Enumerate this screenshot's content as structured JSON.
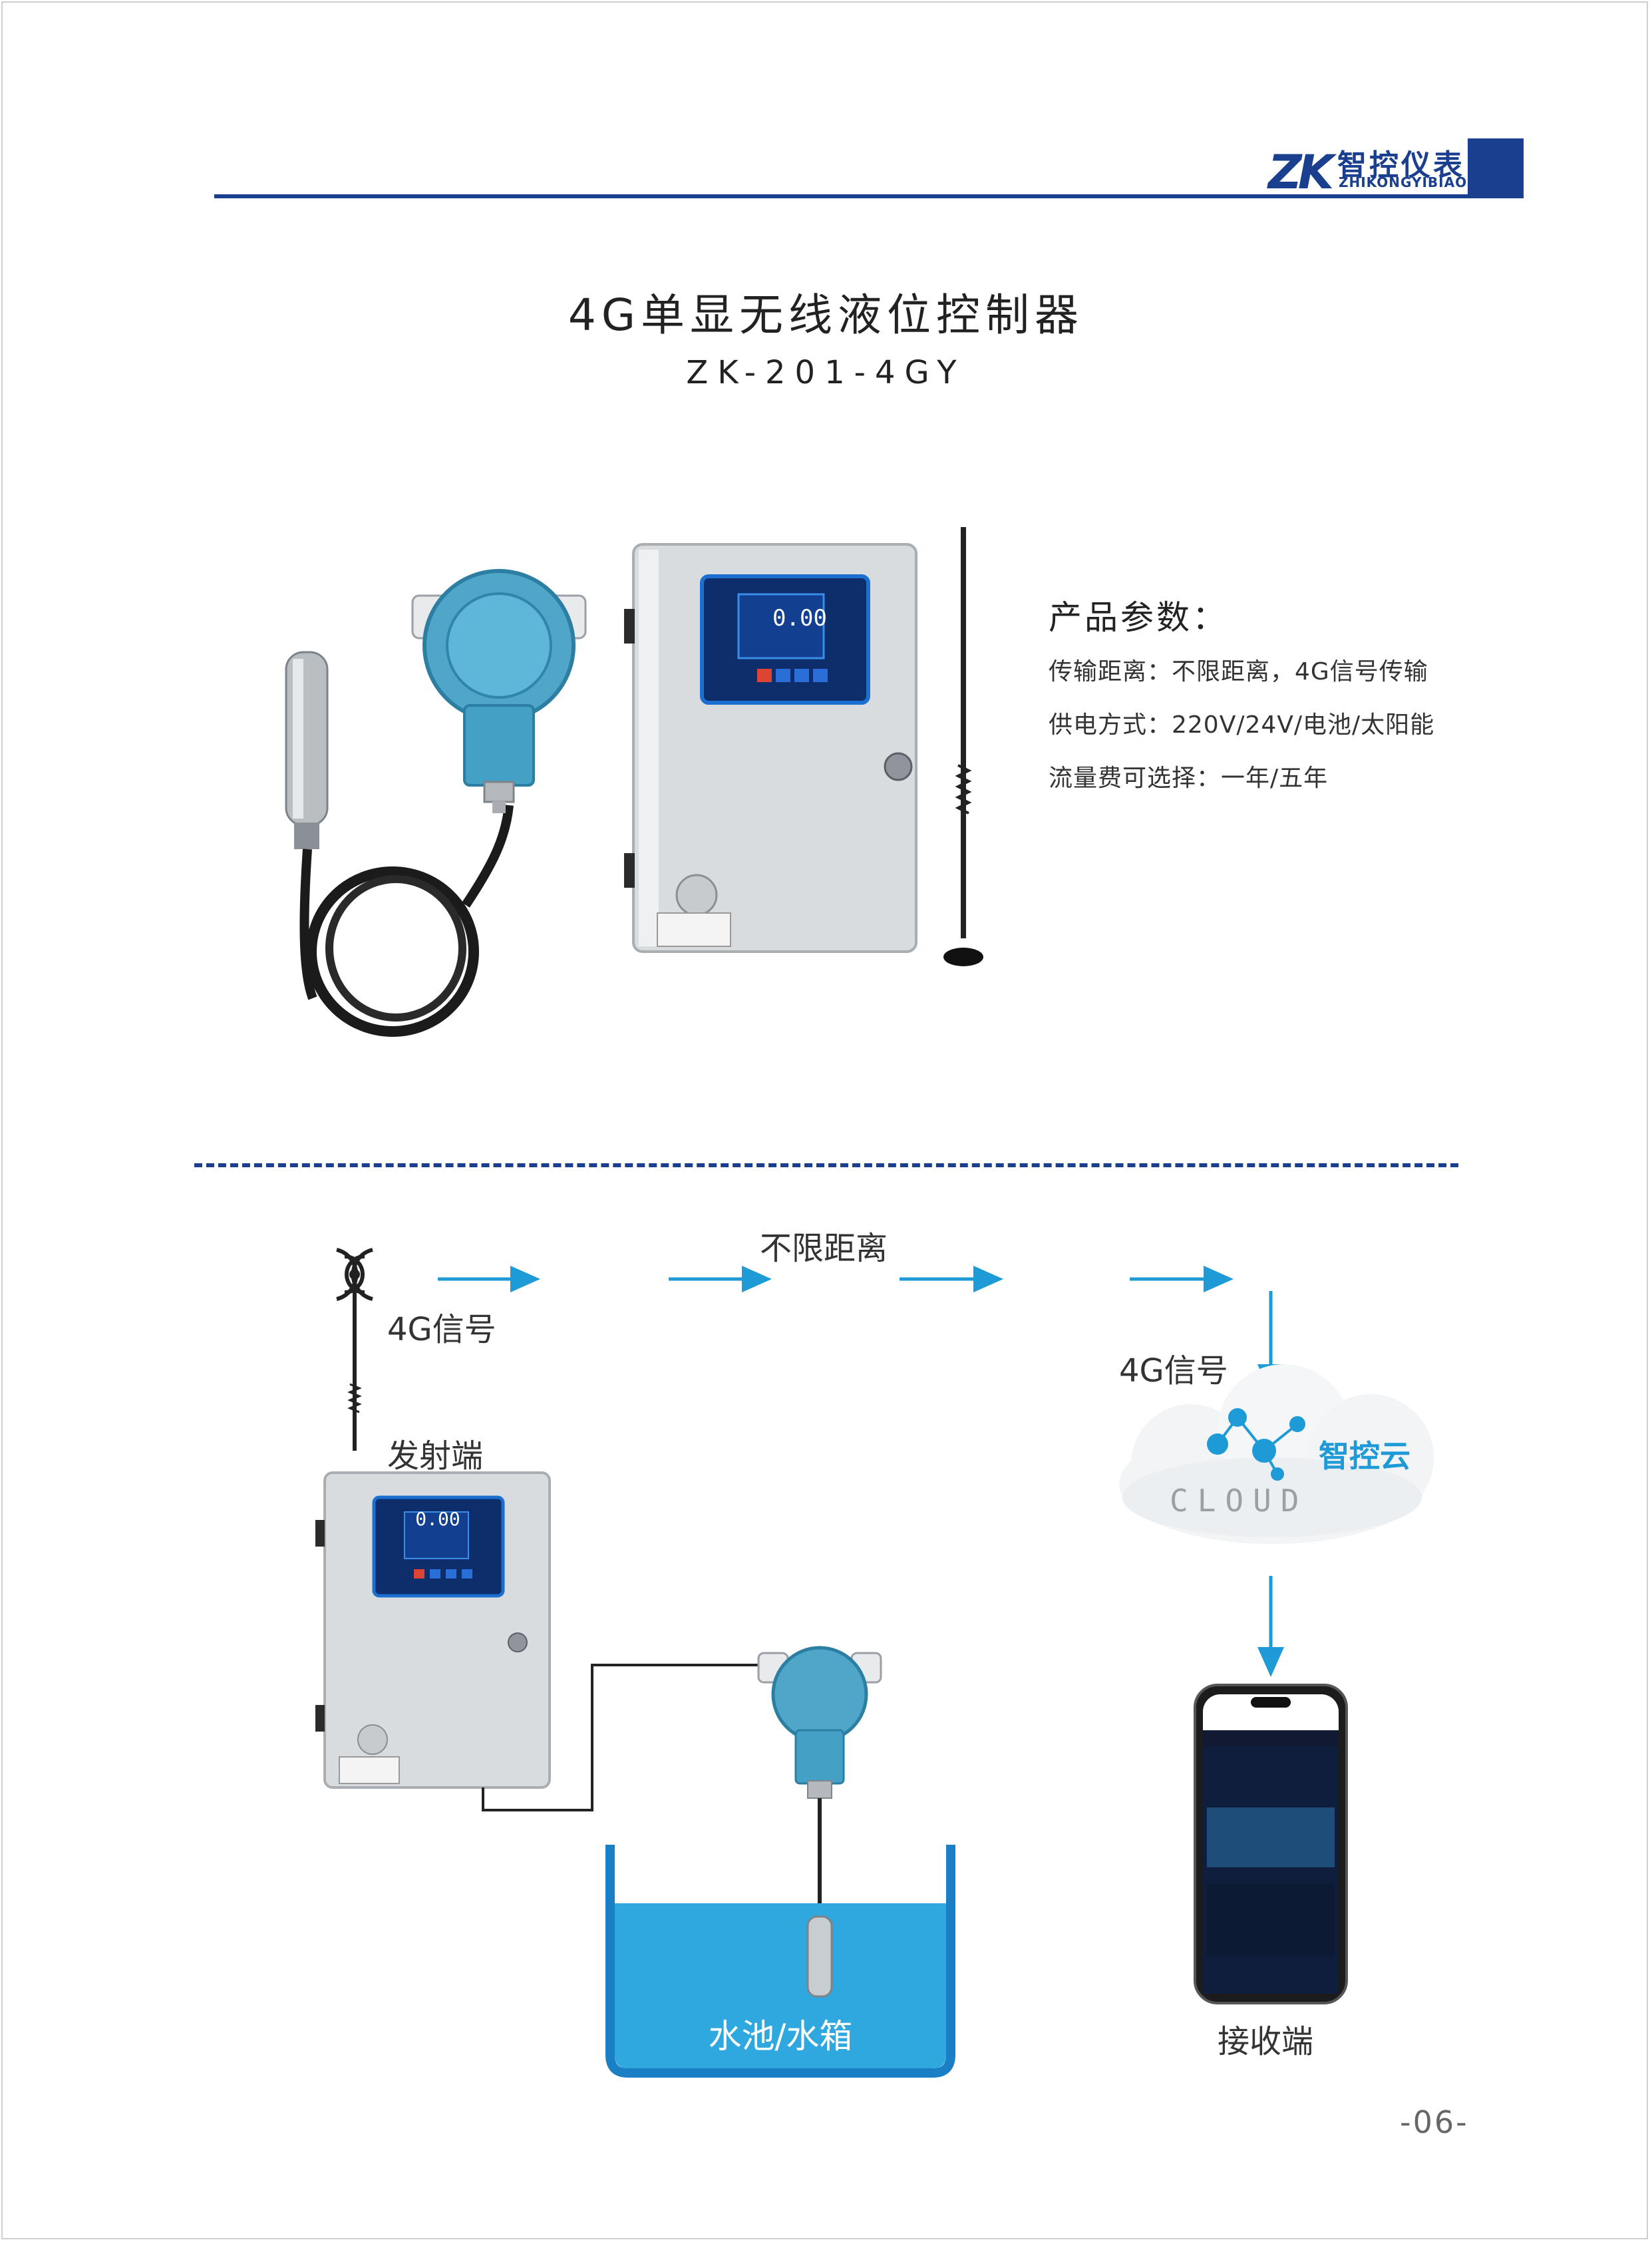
{
  "header": {
    "logo_mark": "ZK",
    "logo_name": "智控仪表",
    "logo_pinyin": "ZHIKONGYIBIAO"
  },
  "product": {
    "title": "4G单显无线液位控制器",
    "model": "ZK-201-4GY"
  },
  "device_screen": {
    "reading": "0.00"
  },
  "specs": {
    "heading": "产品参数：",
    "items": [
      "传输距离：不限距离，4G信号传输",
      "供电方式：220V/24V/电池/太阳能",
      "流量费可选择：一年/五年"
    ]
  },
  "diagram": {
    "signal_left": "4G信号",
    "distance": "不限距离",
    "signal_right": "4G信号",
    "transmitter": "发射端",
    "cloud_name": "智控云",
    "cloud_word": "CLOUD",
    "tank": "水池/水箱",
    "receiver": "接收端"
  },
  "colors": {
    "brand_blue": "#1a3f8f",
    "arrow_blue": "#1e9ad6",
    "water_blue": "#2fa8e0"
  },
  "footer": {
    "page_number": "-06-"
  }
}
